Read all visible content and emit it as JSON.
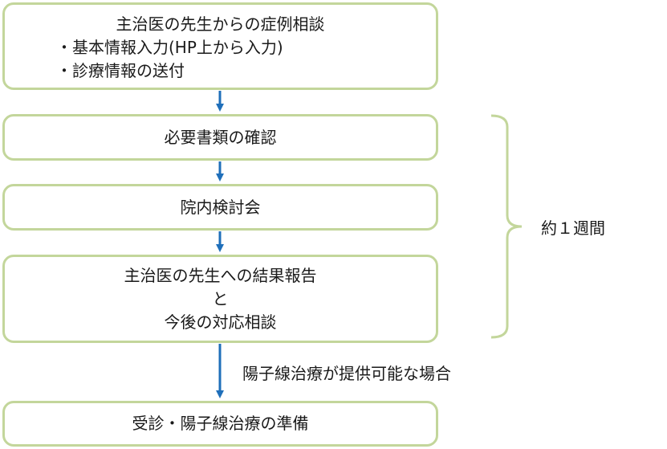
{
  "steps": [
    {
      "title": "主治医の先生からの症例相談",
      "bullets": [
        "・基本情報入力(HP上から入力)",
        "・診療情報の送付"
      ]
    },
    {
      "lines": [
        "必要書類の確認"
      ]
    },
    {
      "lines": [
        "院内検討会"
      ]
    },
    {
      "lines": [
        "主治医の先生への結果報告",
        "と",
        "今後の対応相談"
      ]
    },
    {
      "lines": [
        "受診・陽子線治療の準備"
      ]
    }
  ],
  "period_label": "約１週間",
  "condition_label": "陽子線治療が提供可能な場合",
  "colors": {
    "box_border": "#c3d69b",
    "arrow": "#1f6fba",
    "brace": "#c3d69b"
  }
}
